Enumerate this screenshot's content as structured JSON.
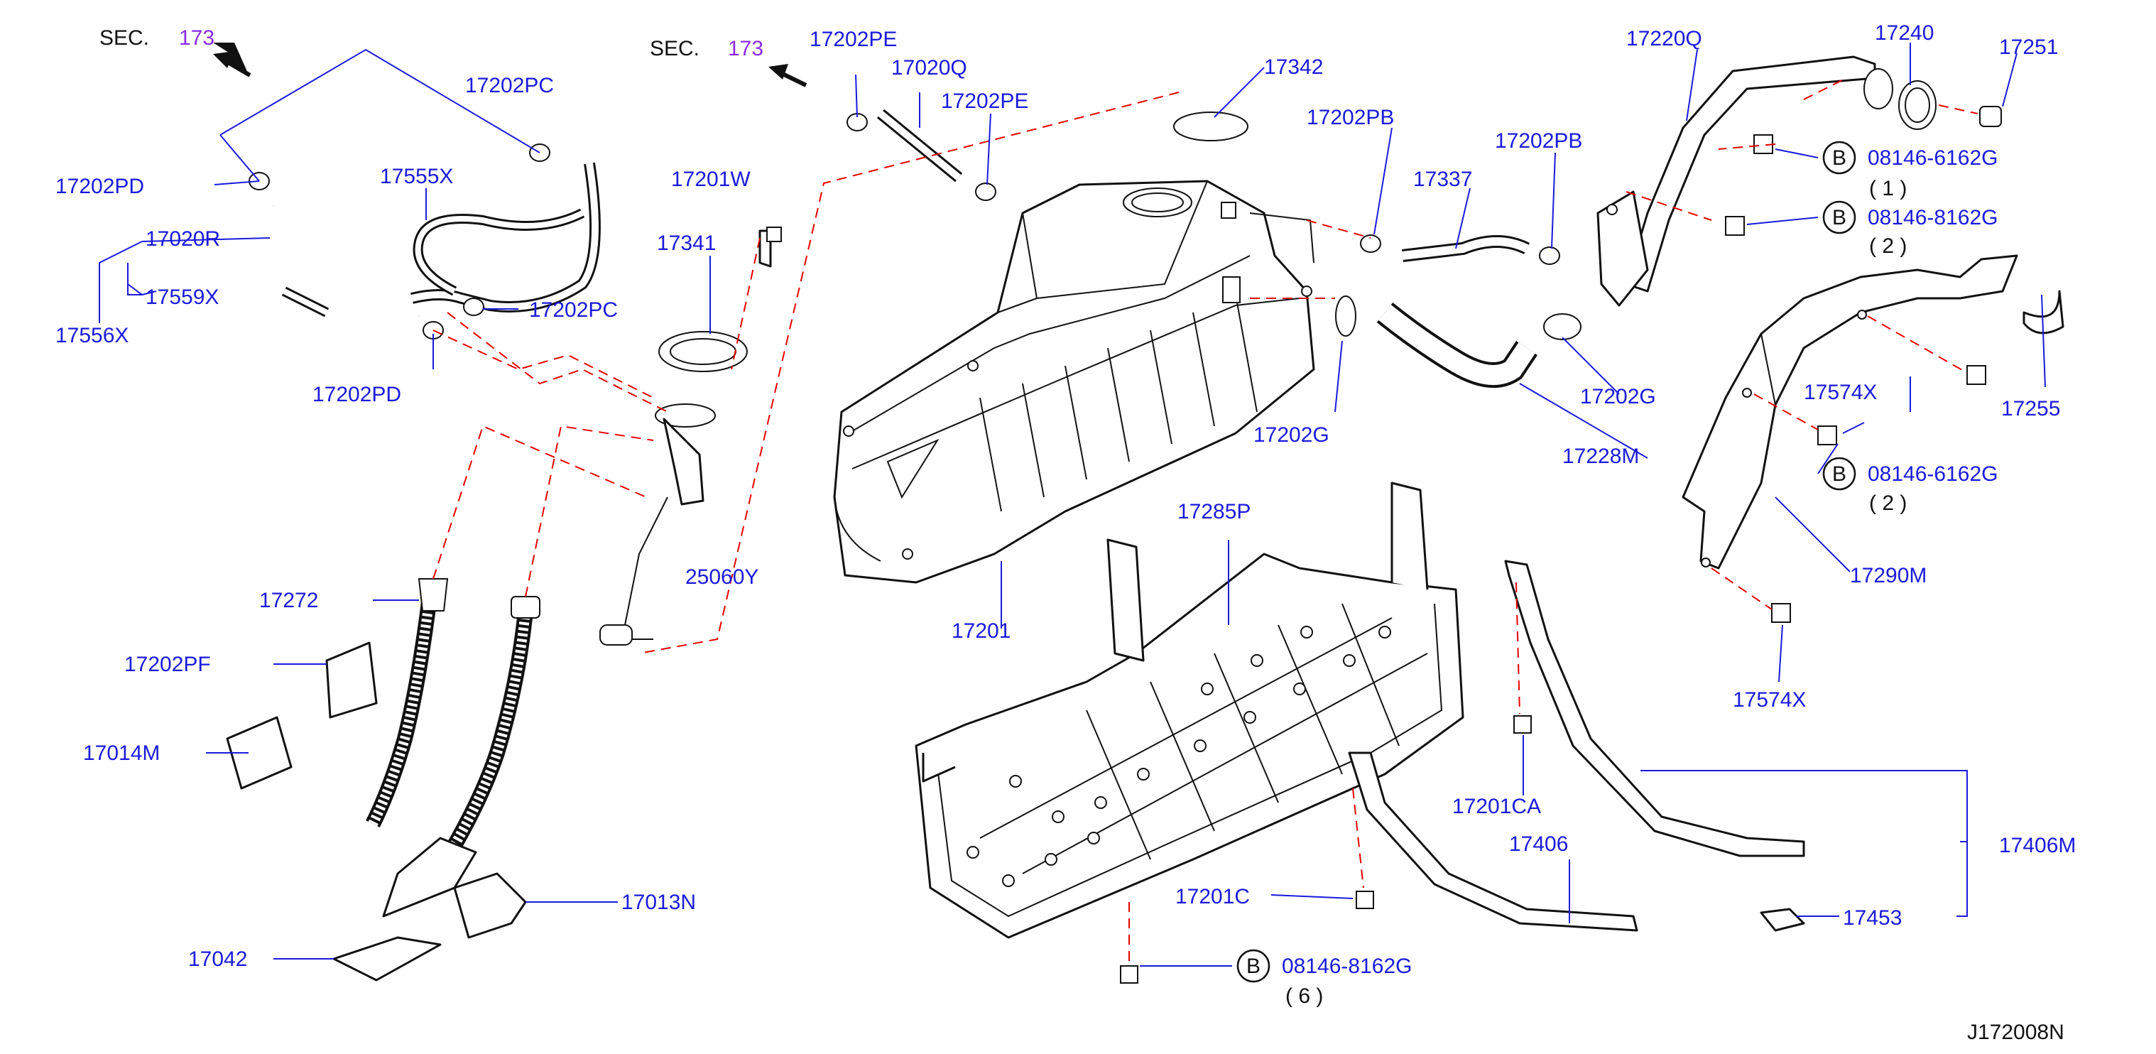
{
  "sec_refs": [
    {
      "label": "SEC.",
      "number": "173"
    },
    {
      "label": "SEC.",
      "number": "173"
    }
  ],
  "parts": {
    "p17202PC_a": "17202PC",
    "p17202PD_a": "17202PD",
    "p17020R": "17020R",
    "p17559X": "17559X",
    "p17556X": "17556X",
    "p17555X": "17555X",
    "p17202PC_b": "17202PC",
    "p17202PD_b": "17202PD",
    "p17202PE_a": "17202PE",
    "p17020Q": "17020Q",
    "p17202PE_b": "17202PE",
    "p17201W": "17201W",
    "p17341": "17341",
    "p17342": "17342",
    "p25060Y": "25060Y",
    "p17272": "17272",
    "p17202PF": "17202PF",
    "p17014M": "17014M",
    "p17042": "17042",
    "p17013N": "17013N",
    "p17201": "17201",
    "p17202PB_a": "17202PB",
    "p17337": "17337",
    "p17202PB_b": "17202PB",
    "p17202G_a": "17202G",
    "p17202G_b": "17202G",
    "p17228M": "17228M",
    "p17220Q": "17220Q",
    "p17240": "17240",
    "p17251": "17251",
    "p17574X_a": "17574X",
    "p17255": "17255",
    "p17290M": "17290M",
    "p17574X_b": "17574X",
    "p17285P": "17285P",
    "p17201CA": "17201CA",
    "p17406": "17406",
    "p17406M": "17406M",
    "p17453": "17453",
    "p17201C": "17201C"
  },
  "bolts": [
    {
      "letter": "B",
      "code": "08146-6162G",
      "qty": "( 1 )"
    },
    {
      "letter": "B",
      "code": "08146-8162G",
      "qty": "( 2 )"
    },
    {
      "letter": "B",
      "code": "08146-6162G",
      "qty": "( 2 )"
    },
    {
      "letter": "B",
      "code": "08146-8162G",
      "qty": "( 6 )"
    }
  ],
  "diagram_id": "J172008N"
}
